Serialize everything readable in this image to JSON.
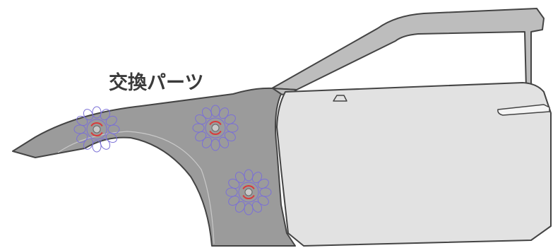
{
  "diagram": {
    "label": "交換パーツ",
    "colors": {
      "fender_fill": "#9b9b9b",
      "door_fill": "#e2e2e2",
      "frame_fill": "#bdbdbd",
      "outline": "#444444",
      "bolt_ring": "#7a6fd6",
      "bolt_center": "#d93a3a",
      "bolt_hub": "#c8c8c8"
    },
    "parts": [
      "front-fender",
      "front-door",
      "door-frame",
      "a-pillar"
    ],
    "markers": [
      "marker-wheel-arch",
      "marker-fender-upper",
      "marker-fender-lower"
    ]
  }
}
